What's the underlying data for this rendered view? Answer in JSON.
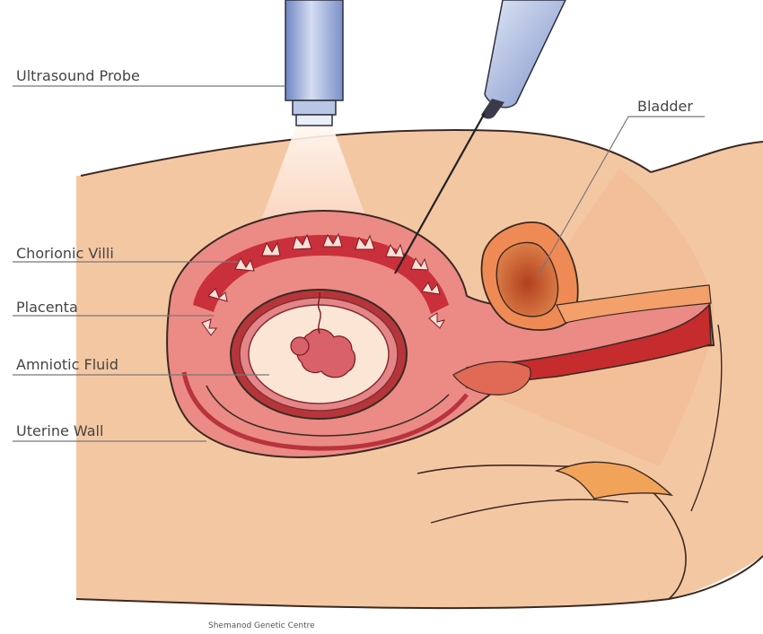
{
  "labels": {
    "ultrasound_probe": "Ultrasound Probe",
    "bladder": "Bladder",
    "chorionic_villi": "Chorionic Villi",
    "placenta": "Placenta",
    "amniotic_fluid": "Amniotic Fluid",
    "uterine_wall": "Uterine Wall"
  },
  "credit": "Shemanod Genetic Centre",
  "colors": {
    "body": "#f4c7a3",
    "uterus": "#ec8a86",
    "uterus_inner": "#f2b4ab",
    "placenta": "#c9303b",
    "amniotic_fluid": "#fbe6d6",
    "fetus": "#d9616a",
    "probe": "#8fa6d6",
    "bladder": "#c65a3a",
    "vagina": "#c62b2e"
  }
}
